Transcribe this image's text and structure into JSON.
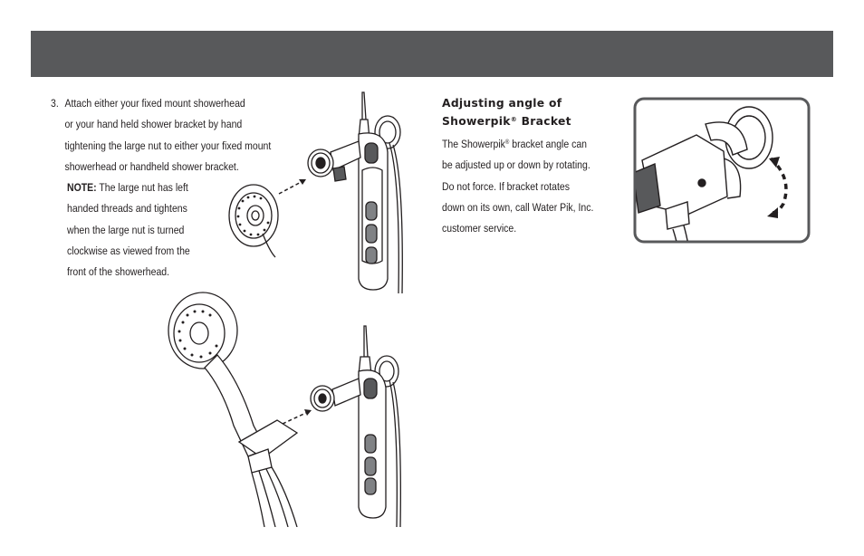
{
  "step": {
    "number": "3.",
    "lines": [
      "Attach either your fixed mount showerhead",
      "or your hand held shower bracket by hand",
      "tightening the large nut to either your fixed mount",
      "showerhead or handheld shower bracket."
    ]
  },
  "note": {
    "label": "NOTE:",
    "first_line": " The large nut has left",
    "lines": [
      "handed threads and tightens",
      "when the large nut is turned",
      "clockwise as viewed from the",
      "front of the showerhead."
    ]
  },
  "adjusting": {
    "heading_line1": "Adjusting angle of",
    "heading_line2_prefix": "Showerpik",
    "heading_reg": "®",
    "heading_line2_suffix": " Bracket",
    "body_line1_prefix": "The Showerpik",
    "body_reg": "®",
    "body_line1_suffix": " bracket angle can",
    "lines": [
      "be adjusted up or down by rotating.",
      "Do not force. If bracket rotates",
      "down on its own, call Water Pik, Inc.",
      "customer service."
    ]
  },
  "colors": {
    "header_bar": "#58595b",
    "text": "#231f20",
    "line_art": "#231f20"
  },
  "icons": {
    "fixed_showerhead": "fixed-showerhead-illustration",
    "water_flosser_top": "showerpik-unit-illustration",
    "handheld_shower": "handheld-shower-illustration",
    "water_flosser_bottom": "showerpik-unit-illustration",
    "bracket_closeup": "bracket-rotation-closeup",
    "rotate_arrow": "rotate-arrow-icon"
  }
}
